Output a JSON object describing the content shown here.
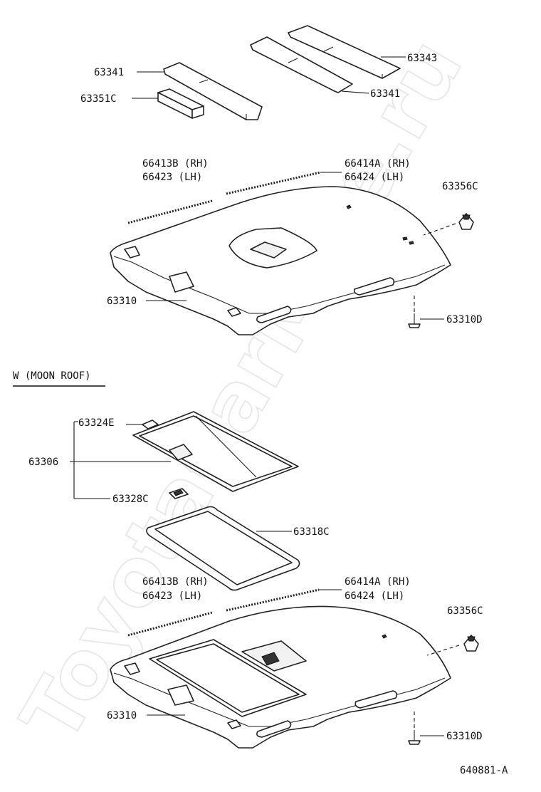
{
  "watermark": "ToyotaCarMine.ru",
  "section_label": "W (MOON  ROOF)",
  "drawing_code": "640881-A",
  "top_section": {
    "labels": {
      "p63341_left": "63341",
      "p63351c": "63351C",
      "p63343": "63343",
      "p63341_right": "63341",
      "p66413b_rh": "66413B (RH)",
      "p66423_lh": "66423  (LH)",
      "p66414a_rh": "66414A (RH)",
      "p66424_lh": "66424  (LH)",
      "p63356c": "63356C",
      "p63310": "63310",
      "p63310d": "63310D"
    }
  },
  "moonroof_section": {
    "labels": {
      "p63324e": "63324E",
      "p63306": "63306",
      "p63328c": "63328C",
      "p63318c": "63318C",
      "p66413b_rh": "66413B (RH)",
      "p66423_lh": "66423  (LH)",
      "p66414a_rh": "66414A (RH)",
      "p66424_lh": "66424  (LH)",
      "p63356c": "63356C",
      "p63310": "63310",
      "p63310d": "63310D"
    }
  }
}
